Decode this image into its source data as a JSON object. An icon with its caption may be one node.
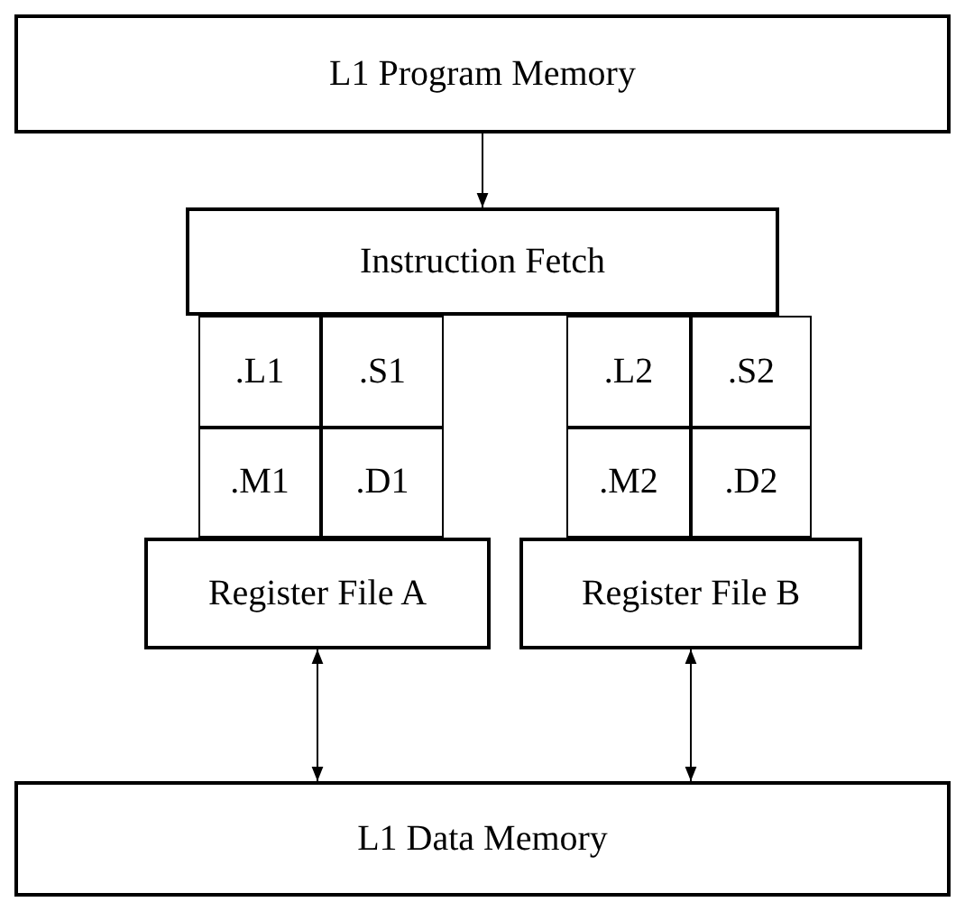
{
  "diagram": {
    "nodes": [
      {
        "text": [
          "L1 Program Memory"
        ]
      },
      {
        "text": [
          "Instruction Fetch"
        ]
      },
      {
        "text": [
          ".L1"
        ]
      },
      {
        "text": [
          ".S1"
        ]
      },
      {
        "text": [
          ".M1"
        ]
      },
      {
        "text": [
          ".D1"
        ]
      },
      {
        "text": [
          "Register File A"
        ]
      },
      {
        "text": [
          ".L2"
        ]
      },
      {
        "text": [
          ".S2"
        ]
      },
      {
        "text": [
          ".M2"
        ]
      },
      {
        "text": [
          ".D2"
        ]
      },
      {
        "text": [
          "Register File B"
        ]
      },
      {
        "text": [
          "L1 Data Memory"
        ]
      }
    ],
    "edges": [
      {
        "from": 0,
        "to": 1,
        "arrow": "to"
      },
      {
        "from": 6,
        "to": 12,
        "arrow": "both"
      },
      {
        "from": 11,
        "to": 12,
        "arrow": "both"
      }
    ]
  }
}
